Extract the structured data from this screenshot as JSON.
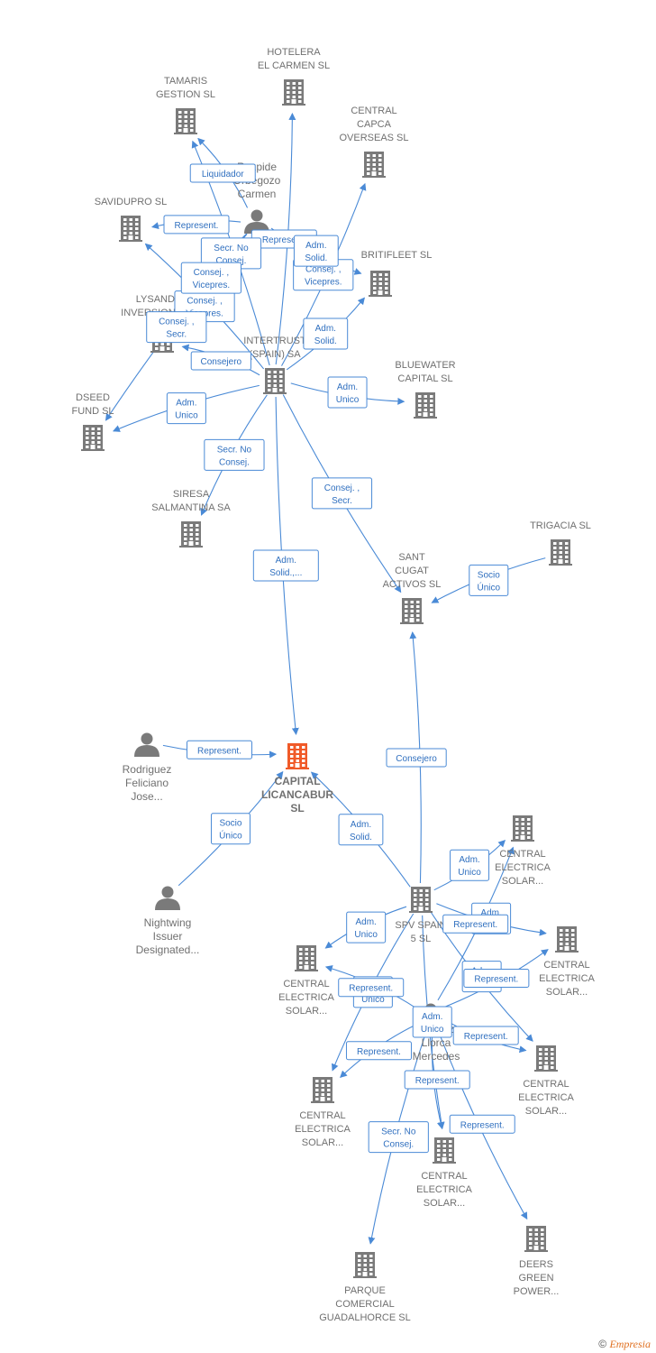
{
  "colors": {
    "edge": "#4a8ad6",
    "node": "#7a7a7a",
    "main_node": "#f05a28",
    "label": "#707070"
  },
  "nodes": [
    {
      "id": "capital",
      "type": "company",
      "main": true,
      "lines": [
        "CAPITAL",
        "LICANCABUR",
        "SL"
      ]
    },
    {
      "id": "intertrust",
      "type": "company",
      "lines": [
        "INTERTRUST",
        "(SPAIN) SA"
      ]
    },
    {
      "id": "hotelera",
      "type": "company",
      "lines": [
        "HOTELERA",
        "EL CARMEN SL"
      ]
    },
    {
      "id": "tamaris",
      "type": "company",
      "lines": [
        "TAMARIS",
        "GESTION SL"
      ]
    },
    {
      "id": "central_capca",
      "type": "company",
      "lines": [
        "CENTRAL",
        "CAPCA",
        "OVERSEAS SL"
      ]
    },
    {
      "id": "savidupro",
      "type": "company",
      "lines": [
        "SAVIDUPRO SL"
      ]
    },
    {
      "id": "rozpide",
      "type": "person",
      "lines": [
        "Rozpide",
        "Orbegozo",
        "Carmen"
      ]
    },
    {
      "id": "britifleet",
      "type": "company",
      "lines": [
        "BRITIFLEET SL"
      ]
    },
    {
      "id": "lysander",
      "type": "company",
      "lines": [
        "LYSANDER",
        "INVERSIONES SL"
      ]
    },
    {
      "id": "bluewater",
      "type": "company",
      "lines": [
        "BLUEWATER",
        "CAPITAL SL"
      ]
    },
    {
      "id": "dseed",
      "type": "company",
      "lines": [
        "DSEED",
        "FUND  SL"
      ]
    },
    {
      "id": "siresa",
      "type": "company",
      "lines": [
        "SIRESA",
        "SALMANTINA SA"
      ]
    },
    {
      "id": "trigacia",
      "type": "company",
      "lines": [
        "TRIGACIA  SL"
      ]
    },
    {
      "id": "santcugat",
      "type": "company",
      "lines": [
        "SANT",
        "CUGAT",
        "ACTIVOS  SL"
      ]
    },
    {
      "id": "rodriguez",
      "type": "person",
      "lines": [
        "Rodriguez",
        "Feliciano",
        "Jose..."
      ]
    },
    {
      "id": "nightwing",
      "type": "person",
      "lines": [
        "Nightwing",
        "Issuer",
        "Designated..."
      ]
    },
    {
      "id": "spv",
      "type": "company",
      "lines": [
        "SPV SPAIN",
        "5  SL"
      ]
    },
    {
      "id": "ces1",
      "type": "company",
      "lines": [
        "CENTRAL",
        "ELECTRICA",
        "SOLAR..."
      ]
    },
    {
      "id": "ces2",
      "type": "company",
      "lines": [
        "CENTRAL",
        "ELECTRICA",
        "SOLAR..."
      ]
    },
    {
      "id": "ces3",
      "type": "company",
      "lines": [
        "CENTRAL",
        "ELECTRICA",
        "SOLAR..."
      ]
    },
    {
      "id": "ces4",
      "type": "company",
      "lines": [
        "CENTRAL",
        "ELECTRICA",
        "SOLAR..."
      ]
    },
    {
      "id": "ces5",
      "type": "company",
      "lines": [
        "CENTRAL",
        "ELECTRICA",
        "SOLAR..."
      ]
    },
    {
      "id": "ces6",
      "type": "company",
      "lines": [
        "CENTRAL",
        "ELECTRICA",
        "SOLAR..."
      ]
    },
    {
      "id": "llorca",
      "type": "person",
      "lines": [
        "Alvarez",
        "Llorca",
        "Mercedes"
      ]
    },
    {
      "id": "deers",
      "type": "company",
      "lines": [
        "DEERS",
        "GREEN",
        "POWER..."
      ]
    },
    {
      "id": "parque",
      "type": "company",
      "lines": [
        "PARQUE",
        "COMERCIAL",
        "GUADALHORCE SL"
      ]
    }
  ],
  "edges": [
    {
      "from": "intertrust",
      "to": "hotelera",
      "label": [
        "Represent."
      ]
    },
    {
      "from": "intertrust",
      "to": "tamaris",
      "label": [
        "Secr.  No",
        "Consej."
      ]
    },
    {
      "from": "intertrust",
      "to": "central_capca",
      "label": [
        "Consej. ,",
        "Vicepres."
      ]
    },
    {
      "from": "intertrust",
      "to": "savidupro",
      "label": [
        "Consej. ,",
        "Vicepres."
      ]
    },
    {
      "from": "intertrust",
      "to": "britifleet",
      "label": [
        "Adm.",
        "Solid."
      ]
    },
    {
      "from": "intertrust",
      "to": "lysander",
      "label": [
        "Consejero"
      ]
    },
    {
      "from": "intertrust",
      "to": "bluewater",
      "label": [
        "Adm.",
        "Unico"
      ]
    },
    {
      "from": "intertrust",
      "to": "dseed",
      "label": [
        "Adm.",
        "Unico"
      ]
    },
    {
      "from": "intertrust",
      "to": "siresa",
      "label": [
        "Secr.  No",
        "Consej."
      ]
    },
    {
      "from": "intertrust",
      "to": "santcugat",
      "label": [
        "Consej. ,",
        "Secr."
      ]
    },
    {
      "from": "intertrust",
      "to": "capital",
      "label": [
        "Adm.",
        "Solid.,..."
      ]
    },
    {
      "from": "rozpide",
      "to": "savidupro",
      "label": [
        "Represent."
      ]
    },
    {
      "from": "rozpide",
      "to": "tamaris",
      "label": [
        "Liquidador"
      ]
    },
    {
      "from": "rozpide",
      "to": "lysander",
      "label": [
        "Consej. ,",
        "Vicepres."
      ]
    },
    {
      "from": "rozpide",
      "to": "dseed",
      "label": [
        "Consej. ,",
        "Secr."
      ]
    },
    {
      "from": "rozpide",
      "to": "britifleet",
      "label": [
        "Adm.",
        "Solid."
      ]
    },
    {
      "from": "trigacia",
      "to": "santcugat",
      "label": [
        "Socio",
        "Único"
      ]
    },
    {
      "from": "spv",
      "to": "santcugat",
      "label": [
        "Consejero"
      ]
    },
    {
      "from": "rodriguez",
      "to": "capital",
      "label": [
        "Represent."
      ]
    },
    {
      "from": "nightwing",
      "to": "capital",
      "label": [
        "Socio",
        "Único"
      ]
    },
    {
      "from": "spv",
      "to": "capital",
      "label": [
        "Adm.",
        "Solid."
      ]
    },
    {
      "from": "spv",
      "to": "ces1",
      "label": [
        "Adm.",
        "Unico"
      ]
    },
    {
      "from": "spv",
      "to": "ces2",
      "label": [
        "Adm.",
        "Unico"
      ]
    },
    {
      "from": "spv",
      "to": "ces3",
      "label": [
        "Adm.",
        "Unico"
      ]
    },
    {
      "from": "spv",
      "to": "ces4",
      "label": [
        "Adm.",
        "Unico"
      ]
    },
    {
      "from": "spv",
      "to": "ces5",
      "label": [
        "Adm.",
        "Unico"
      ]
    },
    {
      "from": "spv",
      "to": "ces6",
      "label": [
        "Adm.",
        "Unico"
      ]
    },
    {
      "from": "llorca",
      "to": "ces1",
      "label": [
        "Represent."
      ]
    },
    {
      "from": "llorca",
      "to": "ces2",
      "label": [
        "Represent."
      ]
    },
    {
      "from": "llorca",
      "to": "ces3",
      "label": [
        "Represent."
      ]
    },
    {
      "from": "llorca",
      "to": "ces4",
      "label": [
        "Represent."
      ]
    },
    {
      "from": "llorca",
      "to": "ces5",
      "label": [
        "Represent."
      ]
    },
    {
      "from": "llorca",
      "to": "ces6",
      "label": [
        "Represent."
      ]
    },
    {
      "from": "llorca",
      "to": "deers",
      "label": [
        "Represent."
      ]
    },
    {
      "from": "llorca",
      "to": "parque",
      "label": [
        "Secr.  No",
        "Consej."
      ]
    }
  ],
  "footer": {
    "copyright": "©",
    "brand": "Empresia"
  }
}
